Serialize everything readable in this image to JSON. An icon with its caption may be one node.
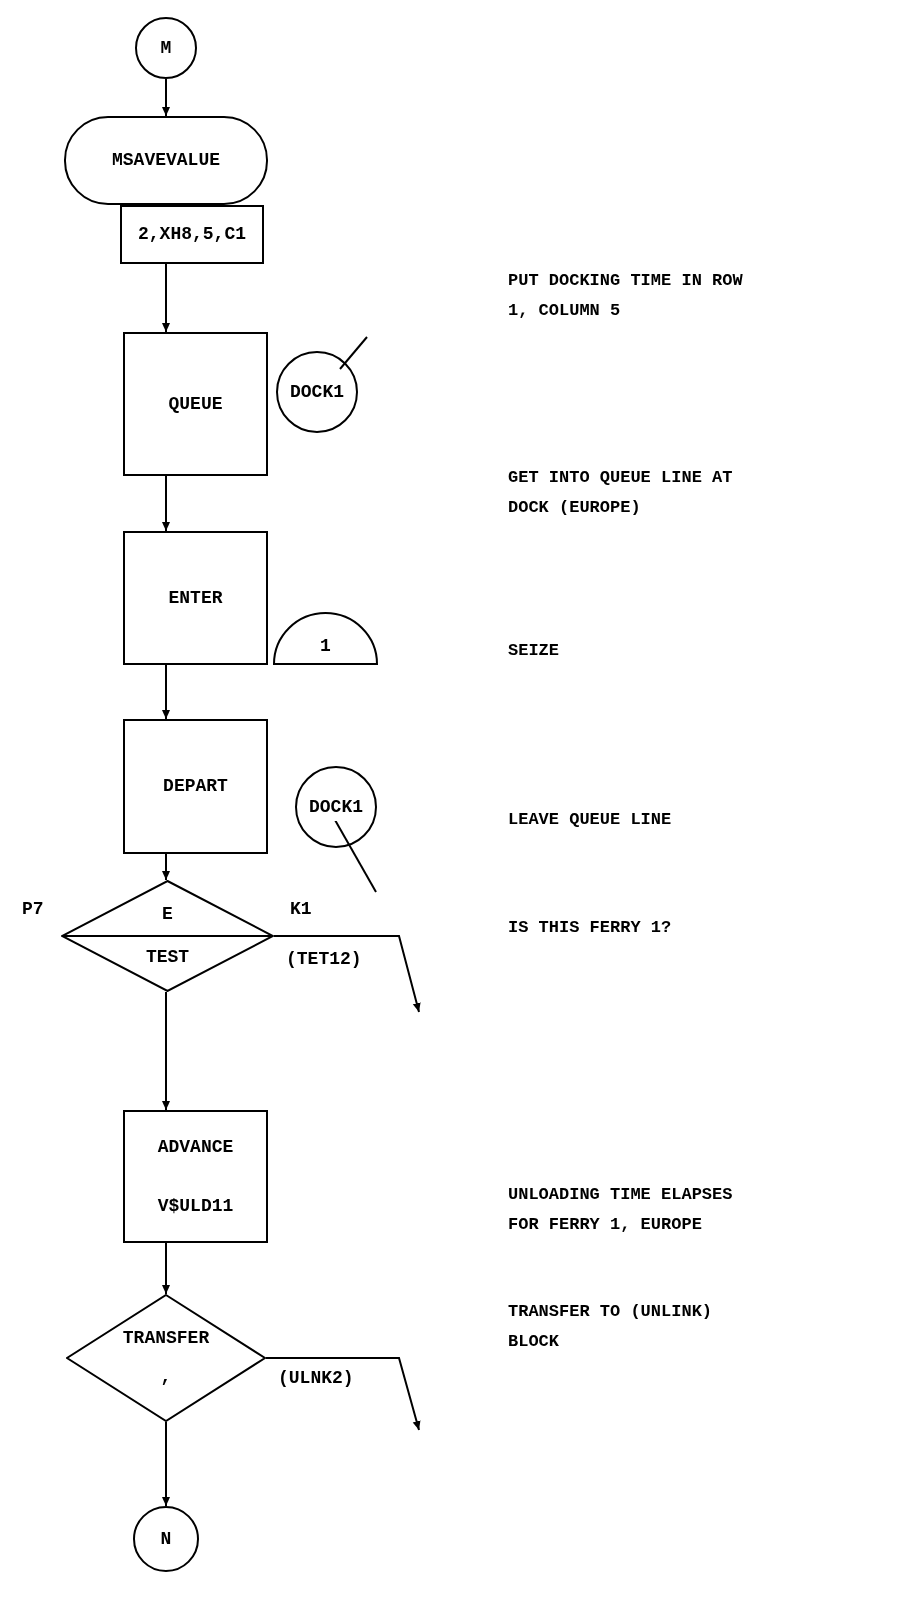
{
  "diagram": {
    "nodes": [
      {
        "text": [
          "M"
        ]
      },
      {
        "text": [
          "MSAVEVALUE"
        ]
      },
      {
        "text": [
          "2,XH8,5,C1"
        ]
      },
      {
        "text": [
          "QUEUE"
        ]
      },
      {
        "text": [
          "DOCK1"
        ]
      },
      {
        "text": [
          "ENTER"
        ]
      },
      {
        "text": [
          "1"
        ]
      },
      {
        "text": [
          "DEPART"
        ]
      },
      {
        "text": [
          "DOCK1"
        ]
      },
      {
        "text": [
          "E",
          "TEST"
        ],
        "beside": [
          "P7",
          "K1",
          "(TET12)"
        ]
      },
      {
        "text": [
          "ADVANCE",
          "V$ULD11"
        ]
      },
      {
        "text": [
          "TRANSFER",
          ","
        ],
        "beside": [
          "(ULNK2)"
        ]
      },
      {
        "text": [
          "N"
        ]
      }
    ],
    "edges": [
      {
        "from": 0,
        "to": 1,
        "arrow": "to"
      },
      {
        "from": 2,
        "to": 3,
        "arrow": "to"
      },
      {
        "from": 3,
        "to": 5,
        "arrow": "to"
      },
      {
        "from": 5,
        "to": 7,
        "arrow": "to"
      },
      {
        "from": 7,
        "to": 9,
        "arrow": "to"
      },
      {
        "from": 9,
        "to": null,
        "arrow": "to"
      },
      {
        "from": 9,
        "to": 10,
        "arrow": "to"
      },
      {
        "from": 10,
        "to": 11,
        "arrow": "to"
      },
      {
        "from": 11,
        "to": null,
        "arrow": "to"
      },
      {
        "from": 11,
        "to": 12,
        "arrow": "to"
      }
    ],
    "labels": [
      "PUT DOCKING TIME IN ROW 1, COLUMN 5",
      "GET INTO QUEUE LINE AT DOCK (EUROPE)",
      "SEIZE",
      "LEAVE QUEUE LINE",
      "IS THIS FERRY 1?",
      "UNLOADING TIME ELAPSES FOR FERRY 1, EUROPE",
      "TRANSFER TO (UNLINK) BLOCK"
    ]
  }
}
